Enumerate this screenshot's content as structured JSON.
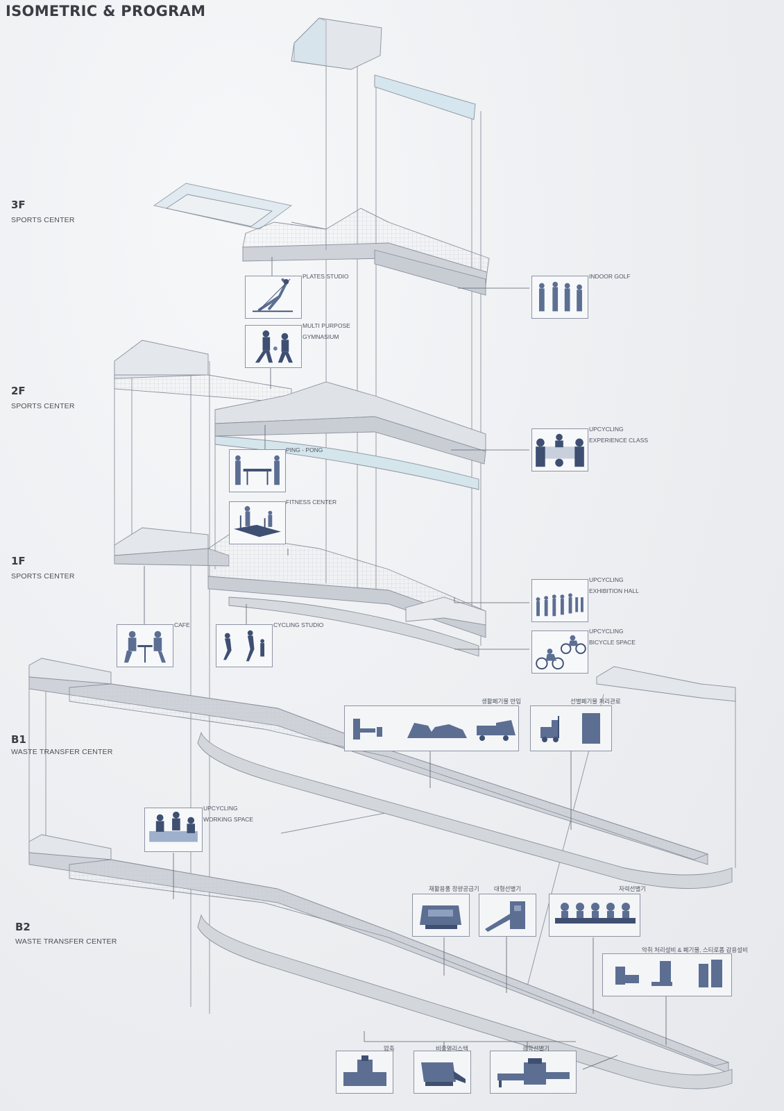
{
  "title": "ISOMETRIC & PROGRAM",
  "floors": [
    {
      "code": "3F",
      "name": "SPORTS CENTER"
    },
    {
      "code": "2F",
      "name": "SPORTS CENTER"
    },
    {
      "code": "1F",
      "name": "SPORTS CENTER"
    },
    {
      "code": "B1",
      "name": "WASTE TRANSFER CENTER"
    },
    {
      "code": "B2",
      "name": "WASTE TRANSFER CENTER"
    }
  ],
  "programs": {
    "plates_studio": "PLATES STUDIO",
    "indoor_golf": "INDOOR GOLF",
    "gym_line1": "MULTI PURPOSE",
    "gym_line2": "GYMNASIUM",
    "upcycling_class_line1": "UPCYCLING",
    "upcycling_class_line2": "EXPERIENCE CLASS",
    "ping_pong": "PING - PONG",
    "fitness_center": "FITNESS CENTER",
    "exhibition_line1": "UPCYCLING",
    "exhibition_line2": "EXHIBITION HALL",
    "cafe": "CAFE",
    "cycling_studio": "CYCLING STUDIO",
    "bicycle_line1": "UPCYCLING",
    "bicycle_line2": "BICYCLE SPACE",
    "working_line1": "UPCYCLING",
    "working_line2": "WORKING SPACE"
  },
  "equipment": {
    "household_waste_intake": "생활폐기물 반입",
    "sorted_waste_loading": "선별폐기물 처리관로",
    "recycling_feeder": "재활용품 정량공급기",
    "large_sorter": "대형선별기",
    "magnetic_sorter": "자력선별기",
    "odor_treatment": "악취 처리설비 & 폐기물, 스티로폼 감용설비",
    "compression": "압축",
    "specific_gravity_sorter": "비중열리스텍",
    "optical_sorter": "광학선별기"
  },
  "colors": {
    "line": "#8a909c",
    "slab": "#d9dce1",
    "slab_dark": "#c7cbd2",
    "glass": "#cfe3ec",
    "figure": "#5c6e92",
    "figure_dark": "#3e4f72"
  }
}
